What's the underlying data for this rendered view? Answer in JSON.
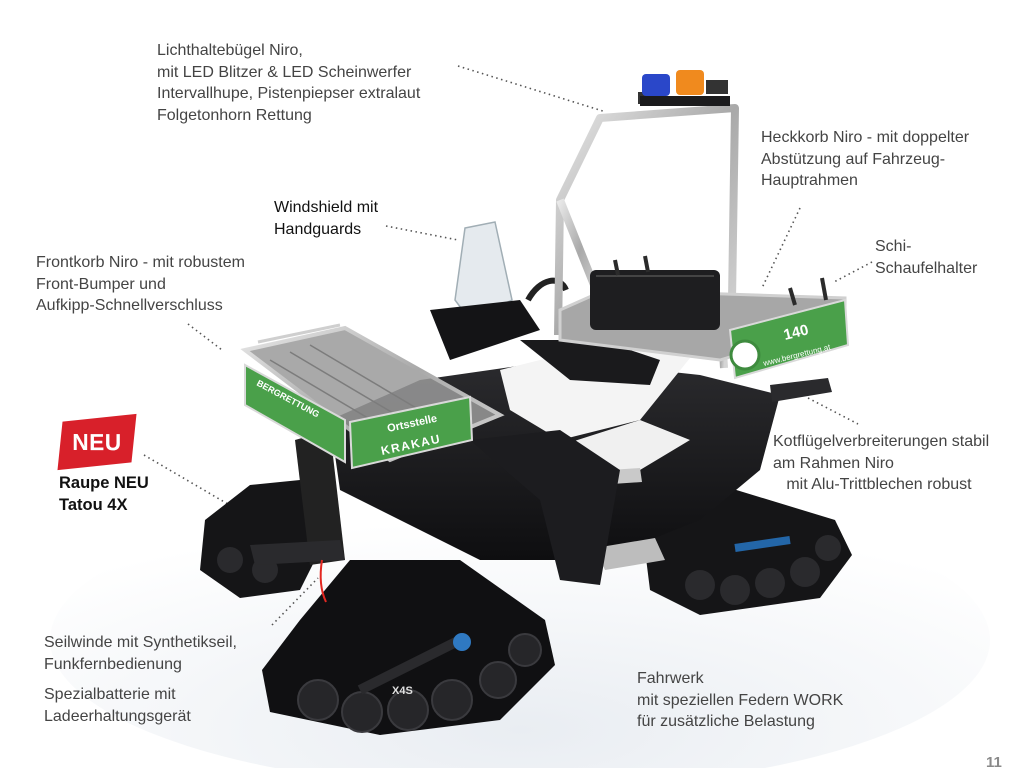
{
  "callouts": {
    "lichthaltebuegel": "Lichthaltebügel Niro,\nmit LED Blitzer & LED Scheinwerfer\nIntervallhupe, Pistenpiepser extralaut\nFolgetonhorn Rettung",
    "heckkorb": "Heckkorb Niro - mit doppelter\nAbstützung auf Fahrzeug-\nHauptrahmen",
    "windshield": "Windshield mit\nHandguards",
    "frontkorb": "Frontkorb Niro - mit robustem\nFront-Bumper und\nAufkipp-Schnellverschluss",
    "schi": "Schi-\nSchaufelhalter",
    "kotfluegel": "Kotflügelverbreiterungen stabil\nam Rahmen Niro\n   mit Alu-Trittblechen robust",
    "seilwinde": "Seilwinde mit Synthetikseil,\nFunkfernbedienung",
    "batterie": "Spezialbatterie mit\nLadeerhaltungsgerät",
    "fahrwerk": "Fahrwerk\nmit speziellen Federn WORK\nfür zusätzliche Belastung"
  },
  "badge": {
    "label": "NEU",
    "color": "#d8202a"
  },
  "raupe": "Raupe NEU\nTatou 4X",
  "vehicle": {
    "front_sign_line1": "Ortsstelle",
    "front_sign_line2": "KRAKAU",
    "rear_sign_phone": "140",
    "rear_sign_url": "www.bergrettung.at",
    "side_sign": "BERGRETTUNG",
    "track_brand": "X4S",
    "sign_color": "#4aa04a"
  },
  "page_number": "11"
}
